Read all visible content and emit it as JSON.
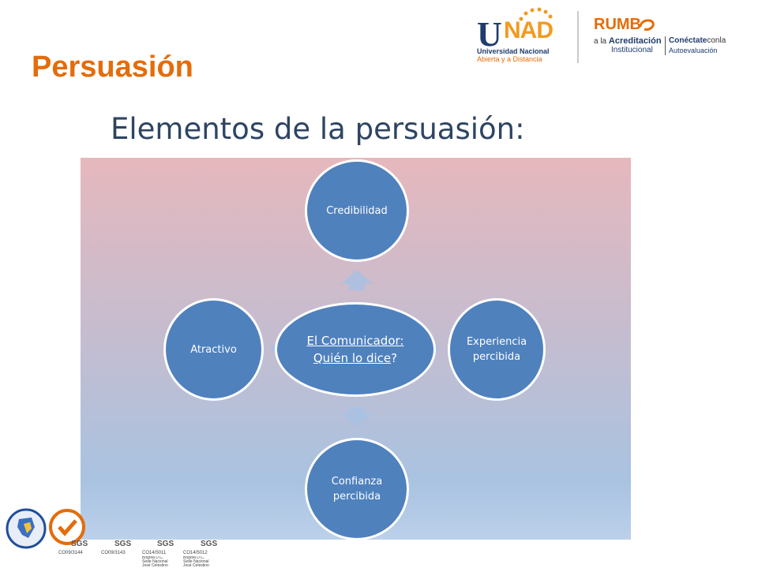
{
  "slide": {
    "title": "Persuasión",
    "subtitle": "Elementos de la persuasión:"
  },
  "logos": {
    "unad_u": "U",
    "unad_nad": "NAD",
    "unad_line1": "Universidad Nacional",
    "unad_line2": "Abierta y a Distancia",
    "rumbo_word": "RUMB",
    "rumbo_prefix": "a la",
    "rumbo_acreditacion": "Acreditación",
    "rumbo_institucional": "Institucional",
    "rumbo_conectate": "Conéctate",
    "rumbo_con_la": "conla",
    "rumbo_autoevaluacion": "Autoevaluación"
  },
  "diagram": {
    "center_part1": "El Comunicador:",
    "center_part2": "Quién lo dice",
    "center_suffix": "?",
    "nodes": {
      "top": "Credibilidad",
      "right": "Experiencia percibida",
      "bottom": "Confianza percibida",
      "left": "Atractivo"
    }
  },
  "certs": {
    "sgs": "SGS",
    "codes": [
      "CO09/3144",
      "CO09/3143",
      "CO14/5011",
      "CO14/5012"
    ],
    "location": "Bogotá D.C. Sede Nacional José Celestino Mutis"
  },
  "colors": {
    "title_orange": "#e46c0a",
    "subtitle_navy": "#2e4462",
    "node_blue": "#4f81bd"
  }
}
